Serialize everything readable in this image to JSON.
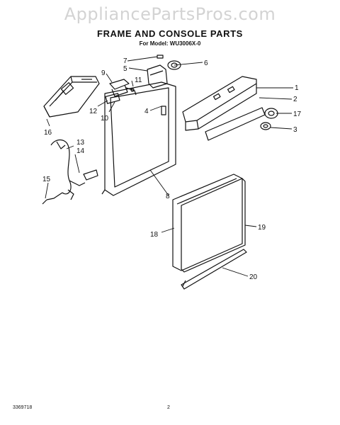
{
  "watermark": "AppliancePartsPros.com",
  "title": "FRAME AND CONSOLE PARTS",
  "subtitle": "For Model: WU3006X-0",
  "footer": {
    "code": "3369718",
    "page": "2"
  },
  "callouts": [
    "1",
    "2",
    "3",
    "4",
    "5",
    "6",
    "7",
    "8",
    "9",
    "10",
    "11",
    "12",
    "13",
    "14",
    "15",
    "16",
    "17",
    "18",
    "19",
    "20"
  ]
}
